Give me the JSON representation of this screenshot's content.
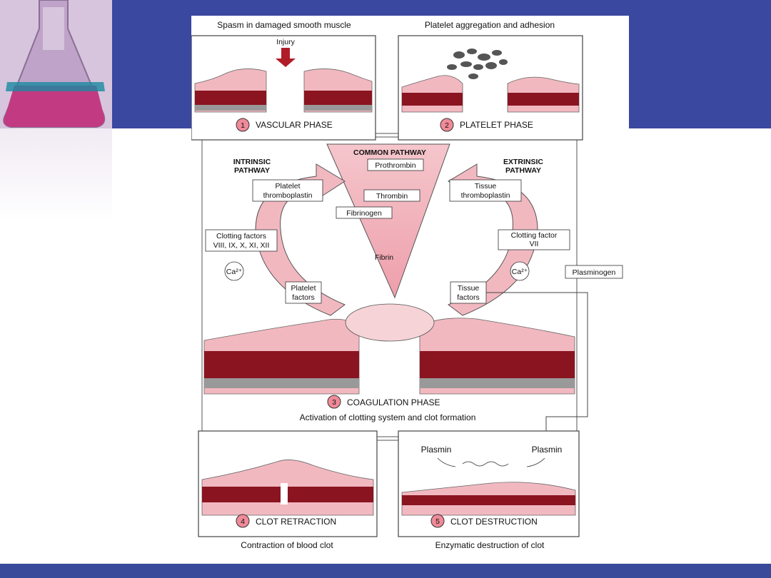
{
  "slide": {
    "background": "#ffffff",
    "band_color": "#3a48a0",
    "icon": "flask-icon"
  },
  "diagram": {
    "phase1": {
      "caption": "Spasm in damaged smooth muscle",
      "injury": "Injury",
      "number": "1",
      "label": "VASCULAR PHASE"
    },
    "phase2": {
      "caption": "Platelet aggregation and adhesion",
      "number": "2",
      "label": "PLATELET PHASE"
    },
    "common": {
      "title": "COMMON PATHWAY",
      "prothrombin": "Prothrombin",
      "thrombin": "Thrombin",
      "fibrinogen": "Fibrinogen",
      "fibrin": "Fibrin"
    },
    "intrinsic": {
      "title_line1": "INTRINSIC",
      "title_line2": "PATHWAY",
      "platelet_thromboplastin_1": "Platelet",
      "platelet_thromboplastin_2": "thromboplastin",
      "clotting_factors_1": "Clotting factors",
      "clotting_factors_2": "VIII, IX, X, XI, XII",
      "calcium": "Ca²⁺",
      "platelet_factors_1": "Platelet",
      "platelet_factors_2": "factors"
    },
    "extrinsic": {
      "title_line1": "EXTRINSIC",
      "title_line2": "PATHWAY",
      "tissue_thromboplastin_1": "Tissue",
      "tissue_thromboplastin_2": "thromboplastin",
      "clotting_factor_1": "Clotting factor",
      "clotting_factor_2": "VII",
      "calcium": "Ca²⁺",
      "tissue_factors_1": "Tissue",
      "tissue_factors_2": "factors"
    },
    "plasminogen": "Plasminogen",
    "phase3": {
      "number": "3",
      "label": "COAGULATION PHASE",
      "caption": "Activation of clotting system and clot formation"
    },
    "phase4": {
      "number": "4",
      "label": "CLOT RETRACTION",
      "caption": "Contraction of blood clot"
    },
    "phase5": {
      "number": "5",
      "label": "CLOT DESTRUCTION",
      "caption": "Enzymatic destruction of clot",
      "plasmin_left": "Plasmin",
      "plasmin_right": "Plasmin"
    },
    "colors": {
      "pink": "#f2b8c0",
      "tissue": "#e9a3ae",
      "muscle": "#8a1420",
      "circle": "#f08a98",
      "outline": "#333333"
    }
  }
}
